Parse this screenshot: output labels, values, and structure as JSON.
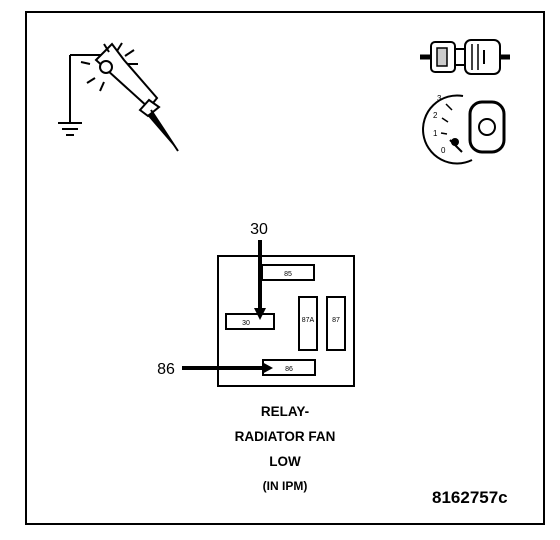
{
  "diagram": {
    "terminal_30_label": "30",
    "terminal_86_label": "86",
    "pins": {
      "p85": "85",
      "p30": "30",
      "p87a": "87A",
      "p87": "87",
      "p86": "86"
    },
    "ignition_positions": [
      "3",
      "2",
      "1",
      "0"
    ],
    "caption": {
      "line1": "RELAY-",
      "line2": "RADIATOR FAN",
      "line3": "LOW",
      "line4": "(IN IPM)"
    },
    "figure_id": "8162757c"
  }
}
